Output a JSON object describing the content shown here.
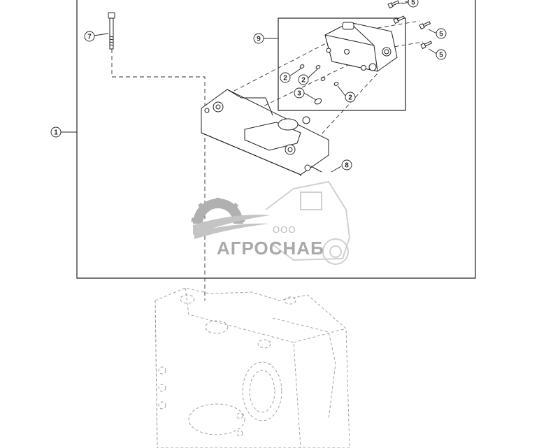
{
  "callouts": {
    "c1": "1",
    "c2a": "2",
    "c2b": "2",
    "c2c": "2",
    "c3": "3",
    "c5a": "5",
    "c5b": "5",
    "c5c": "5",
    "c7": "7",
    "c8": "8",
    "c9": "9"
  },
  "watermark": {
    "prefix": "ООО",
    "name": "АГРОСНАБ"
  },
  "colors": {
    "line": "#222222",
    "ghost": "#9a9a9a",
    "watermark": "#b0b0b0"
  }
}
